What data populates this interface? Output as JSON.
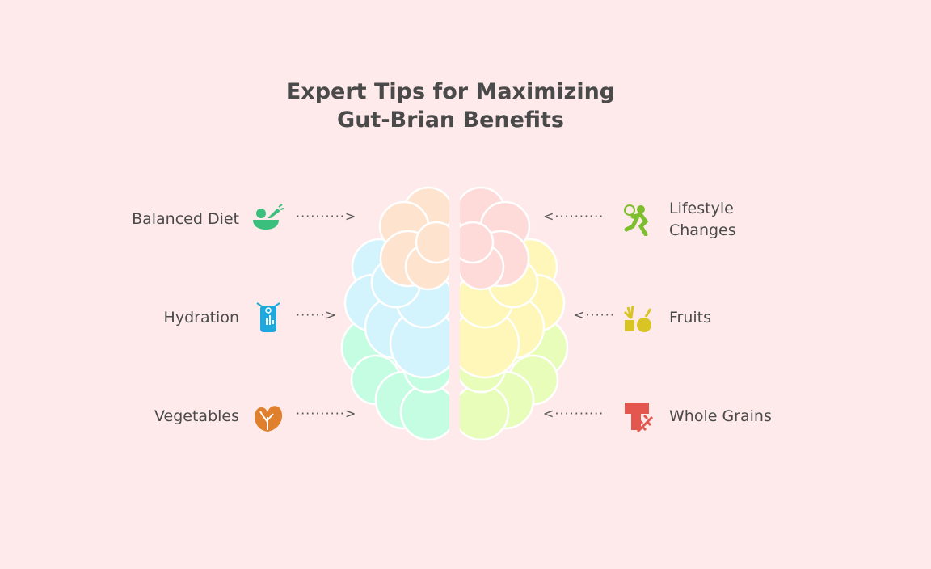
{
  "title": [
    "Expert Tips for Maximizing",
    "Gut-Brian Benefits"
  ],
  "left": [
    {
      "label": "Balanced Diet",
      "icon": "salad-bowl-icon",
      "color": "#3bbf7c"
    },
    {
      "label": "Hydration",
      "icon": "water-bottle-icon",
      "color": "#1fa8dc"
    },
    {
      "label": "Vegetables",
      "icon": "spinach-leaf-icon",
      "color": "#e07f2c"
    }
  ],
  "right": [
    {
      "label": "Lifestyle\nChanges",
      "icon": "running-person-icon",
      "color": "#7dbe2e"
    },
    {
      "label": "Fruits",
      "icon": "fruit-icon",
      "color": "#d8c423"
    },
    {
      "label": "Whole Grains",
      "icon": "bread-wheat-icon",
      "color": "#e4574e"
    }
  ],
  "brain_colors": {
    "left": [
      "#c5fde3",
      "#d3f3fd",
      "#fee3cf"
    ],
    "right": [
      "#e8fdb9",
      "#fef7b9",
      "#fedad8"
    ]
  }
}
